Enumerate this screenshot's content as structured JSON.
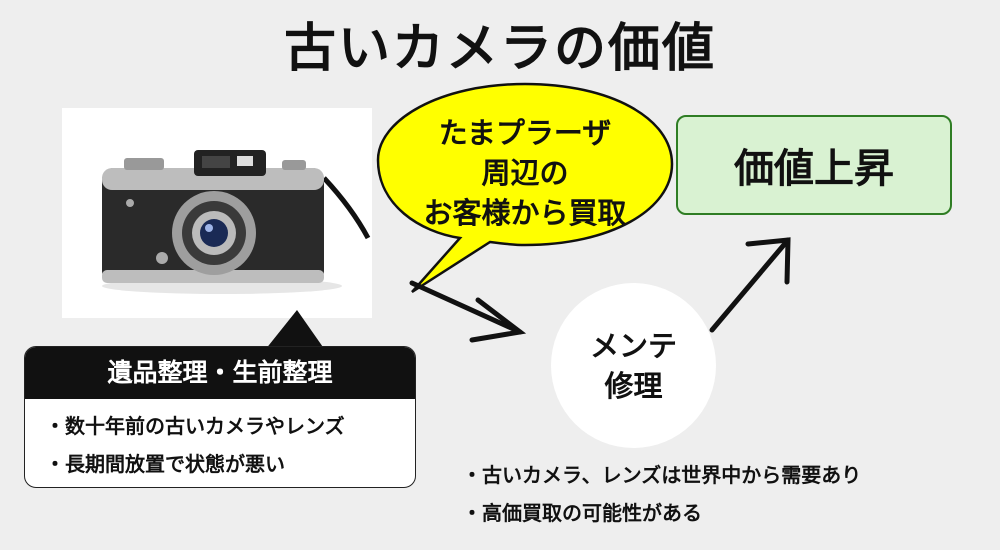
{
  "title": "古いカメラの価値",
  "left_box": {
    "heading": "遺品整理・生前整理",
    "bullets": [
      "数十年前の古いカメラやレンズ",
      "長期間放置で状態が悪い"
    ]
  },
  "bubble": {
    "lines": [
      "たまプラーザ",
      "周辺の",
      "お客様から買取"
    ],
    "fill": "#ffff00"
  },
  "maintenance": {
    "lines": [
      "メンテ",
      "修理"
    ]
  },
  "value_box": {
    "label": "価値上昇",
    "fill": "#d9f2d2",
    "border": "#2f7d24"
  },
  "bottom_bullets": [
    "古いカメラ、レンズは世界中から需要あり",
    "高価買取の可能性がある"
  ],
  "icons": {
    "photo": "vintage-camera-photo"
  }
}
